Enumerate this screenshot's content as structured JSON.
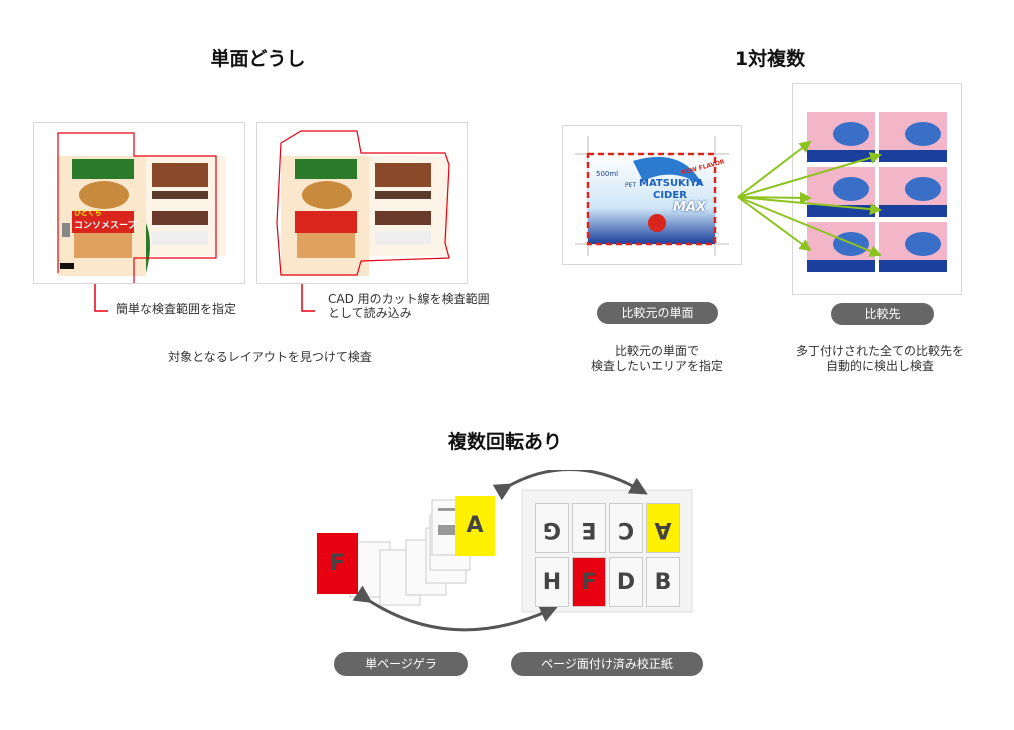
{
  "sections": {
    "single": {
      "title": "単面どうし",
      "callout_left": "簡単な検査範囲を指定",
      "callout_right_line1": "CAD 用のカット線を検査範囲",
      "callout_right_line2": "として読み込み",
      "caption": "対象となるレイアウトを見つけて検査",
      "product_name": "コンソメスープ",
      "product_sub": "ひとくち"
    },
    "one_to_many": {
      "title": "1対複数",
      "source_pill": "比較元の単面",
      "target_pill": "比較先",
      "source_caption_line1": "比較元の単面で",
      "source_caption_line2": "検査したいエリアを指定",
      "target_caption_line1": "多丁付けされた全ての比較先を",
      "target_caption_line2": "自動的に検出し検査",
      "label_brand_line1": "MATSUKIYA",
      "label_brand_line2": "CIDER",
      "label_max": "MAX",
      "label_new": "NEW FLAVOR",
      "label_volume": "500ml",
      "label_pet": "PET"
    },
    "rotation": {
      "title": "複数回転あり",
      "single_pill": "単ページゲラ",
      "imposed_pill": "ページ面付け済み校正紙",
      "stack_letters": [
        "F",
        "A"
      ],
      "sheet_top_row": [
        "G",
        "E",
        "C",
        "A"
      ],
      "sheet_bottom_row": [
        "H",
        "F",
        "D",
        "B"
      ]
    }
  },
  "colors": {
    "red": "#e60012",
    "yellow": "#fff100",
    "pill": "#666666",
    "arrow_green": "#8dc21f",
    "arrow_gray": "#555555"
  }
}
